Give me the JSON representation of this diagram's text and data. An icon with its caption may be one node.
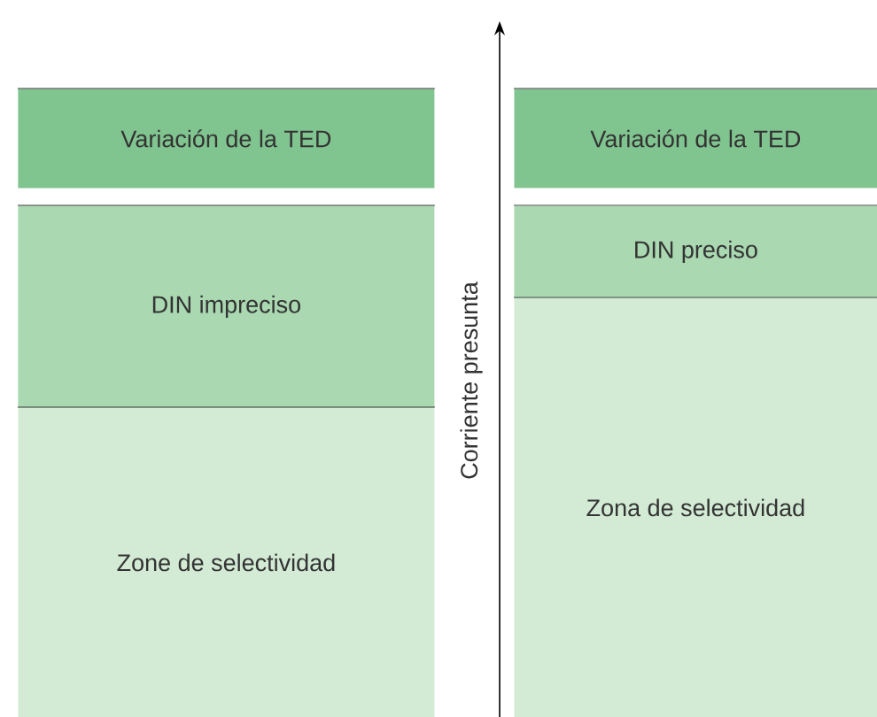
{
  "diagram": {
    "nodes": [
      {
        "text": [
          "Variación de la TED"
        ]
      },
      {
        "text": [
          "DIN impreciso"
        ]
      },
      {
        "text": [
          "Zone de selectividad"
        ]
      },
      {
        "text": [
          "Variación de la TED"
        ]
      },
      {
        "text": [
          "DIN preciso"
        ]
      },
      {
        "text": [
          "Zona de selectividad"
        ]
      }
    ],
    "labels": [
      "Corriente presunta"
    ]
  }
}
